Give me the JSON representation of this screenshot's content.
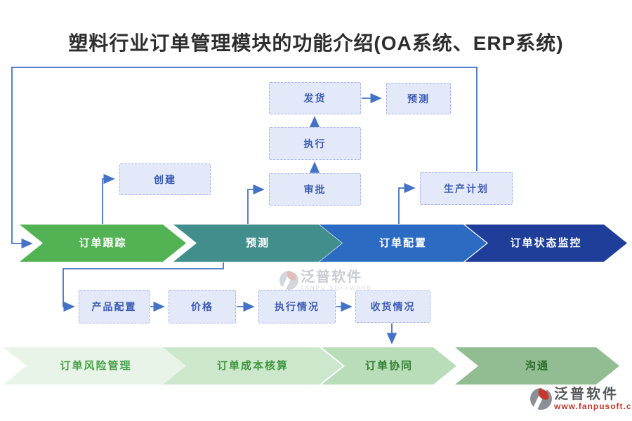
{
  "title": "塑料行业订单管理模块的功能介绍(OA系统、ERP系统)",
  "nodes": {
    "create": "创建",
    "ship": "发货",
    "forecast": "预测",
    "execute": "执行",
    "approve": "审批",
    "production_plan": "生产计划",
    "product_config": "产品配置",
    "price": "价格",
    "execution_status": "执行情况",
    "receiving_status": "收货情况"
  },
  "stages": {
    "primary": [
      {
        "label": "订单跟踪",
        "bg": "#53b253",
        "fg": "#ffffff"
      },
      {
        "label": "预测",
        "bg": "#418e8d",
        "fg": "#ffffff"
      },
      {
        "label": "订单配置",
        "bg": "#2b6bc2",
        "fg": "#ffffff"
      },
      {
        "label": "订单状态监控",
        "bg": "#1f3e99",
        "fg": "#ffffff"
      }
    ],
    "secondary": [
      {
        "label": "订单风险管理",
        "bg": "#e7f4e7",
        "fg": "#4aa04a"
      },
      {
        "label": "订单成本核算",
        "bg": "#cde7cd",
        "fg": "#3f973f"
      },
      {
        "label": "订单协同",
        "bg": "#b9dcb9",
        "fg": "#338033"
      },
      {
        "label": "沟通",
        "bg": "#92bd92",
        "fg": "#2c6b2c"
      }
    ]
  },
  "watermark": {
    "name": "泛普软件",
    "subtitle": "FANPU SOFTWARE"
  },
  "logo": {
    "name": "泛普软件",
    "url": "www.fanpusoft.com"
  },
  "connector_color": "#4472c4"
}
